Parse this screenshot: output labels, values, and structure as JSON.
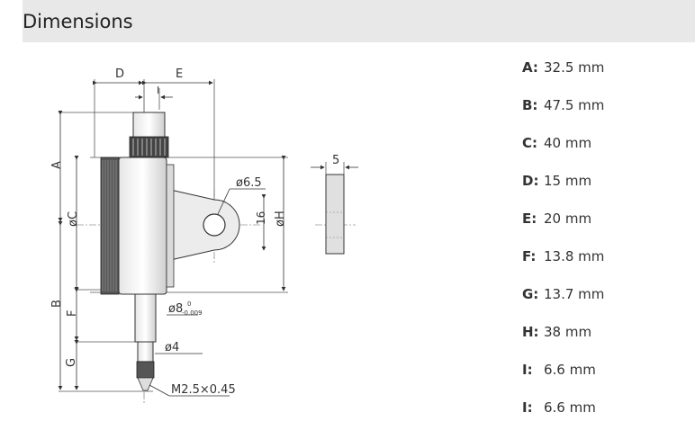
{
  "header": {
    "title": "Dimensions"
  },
  "drawing": {
    "labels": {
      "a": "A",
      "b": "B",
      "c": "øC",
      "d": "D",
      "e": "E",
      "f": "F",
      "g": "G",
      "h": "øH",
      "i": "I",
      "lug_hole": "ø6.5",
      "lug_height": "16",
      "lug_width": "5",
      "stem": "ø8",
      "stem_tol_upper": "0",
      "stem_tol_lower": "-0.009",
      "spindle": "ø4",
      "thread": "M2.5×0.45"
    }
  },
  "dimensions": [
    {
      "key": "A:",
      "value": "32.5 mm"
    },
    {
      "key": "B:",
      "value": "47.5 mm"
    },
    {
      "key": "C:",
      "value": "40 mm"
    },
    {
      "key": "D:",
      "value": "15 mm"
    },
    {
      "key": "E:",
      "value": "20 mm"
    },
    {
      "key": "F:",
      "value": "13.8 mm"
    },
    {
      "key": "G:",
      "value": "13.7 mm"
    },
    {
      "key": "H:",
      "value": "38 mm"
    },
    {
      "key": "I:",
      "value": "6.6 mm"
    },
    {
      "key": "I:",
      "value": "6.6 mm"
    }
  ]
}
